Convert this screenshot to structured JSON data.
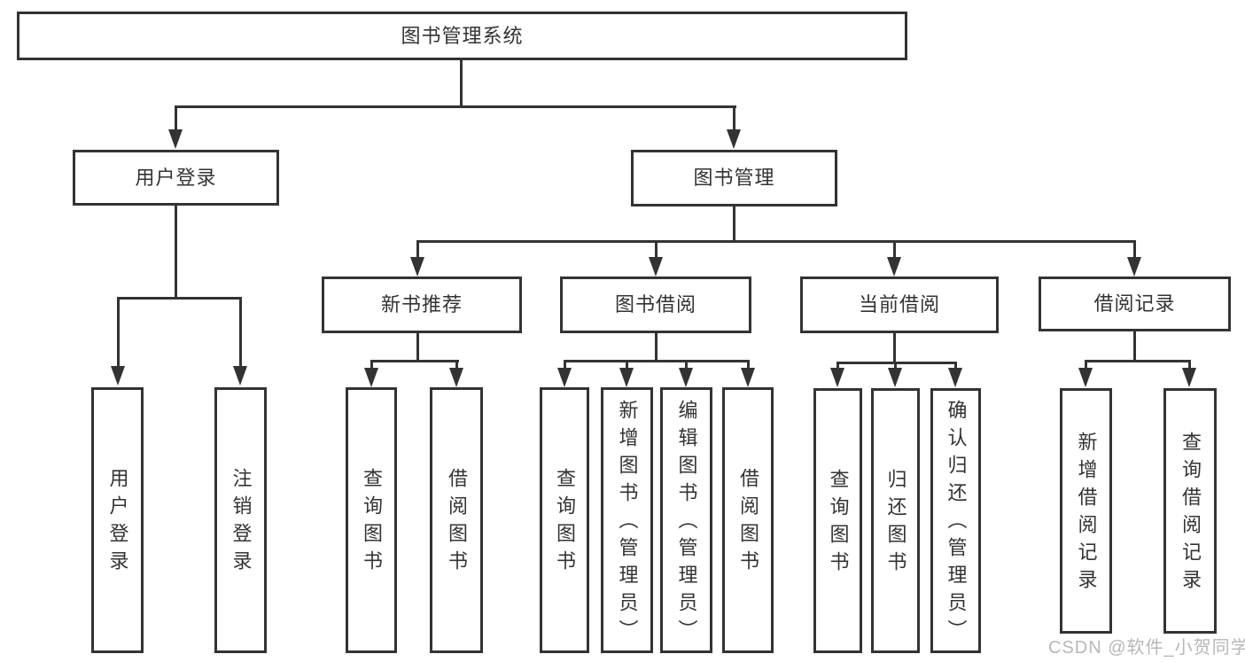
{
  "tree": {
    "root": "图书管理系统",
    "branches": [
      {
        "label": "用户登录",
        "children": [
          "用户登录",
          "注销登录"
        ]
      },
      {
        "label": "图书管理",
        "children": [
          {
            "label": "新书推荐",
            "children": [
              "查询图书",
              "借阅图书"
            ]
          },
          {
            "label": "图书借阅",
            "children": [
              "查询图书",
              "新增图书（管理员）",
              "编辑图书（管理员）",
              "借阅图书"
            ]
          },
          {
            "label": "当前借阅",
            "children": [
              "查询图书",
              "归还图书",
              "确认归还（管理员）"
            ]
          },
          {
            "label": "借阅记录",
            "children": [
              "新增借阅记录",
              "查询借阅记录"
            ]
          }
        ]
      }
    ]
  },
  "watermark": "CSDN @软件_小贺同学",
  "colors": {
    "line": "#333333",
    "text": "#333333",
    "node_fill": "#ffffff",
    "background": "#ffffff",
    "watermark": "#b7b7b7"
  }
}
